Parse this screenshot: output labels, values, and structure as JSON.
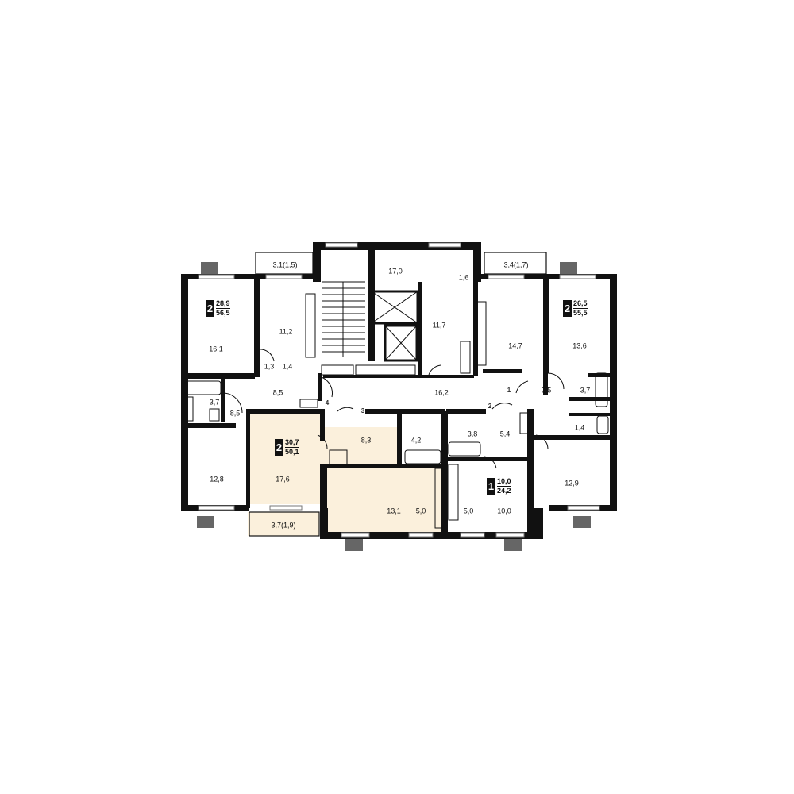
{
  "apartments": [
    {
      "id": "apt-northwest",
      "rooms": "2",
      "living_area": "28,9",
      "total_area": "56,5"
    },
    {
      "id": "apt-northeast",
      "rooms": "2",
      "living_area": "26,5",
      "total_area": "55,5"
    },
    {
      "id": "apt-selected",
      "rooms": "2",
      "living_area": "30,7",
      "total_area": "50,1",
      "selected": true
    },
    {
      "id": "apt-studio",
      "rooms": "1",
      "living_area": "10,0",
      "total_area": "24,2"
    }
  ],
  "room_areas": {
    "nw_balcony": "3,1(1,5)",
    "lift_hall": "17,0",
    "small_room": "1,6",
    "ne_balcony": "3,4(1,7)",
    "nw_bedroom": "16,1",
    "nw_kitchen": "11,2",
    "nw_closet": "1,3",
    "nw_wc": "1,4",
    "stair_hall": "11,7",
    "ne_kitchen": "14,7",
    "ne_bedroom": "13,6",
    "nw_hall": "8,5",
    "corridor": "16,2",
    "ne_hall": "7,5",
    "ne_bath": "3,7",
    "w_bath": "3,7",
    "w_hall": "8,5",
    "ne_wc": "1,4",
    "sel_hall": "8,3",
    "sel_bath": "4,2",
    "studio_bath": "3,8",
    "studio_hall": "5,4",
    "sw_bedroom": "12,8",
    "sel_bedroom": "17,6",
    "sel_living": "13,1",
    "sel_kitchen": "5,0",
    "studio_kitchen": "5,0",
    "studio_room": "10,0",
    "se_bedroom": "12,9",
    "sel_balcony": "3,7(1,9)"
  },
  "door_numbers": {
    "n1": "1",
    "n2": "2",
    "n3": "3",
    "n4": "4"
  },
  "colors": {
    "wall": "#111111",
    "selected_fill": "#fbf0dc",
    "window": "#777777",
    "vent": "#666666"
  }
}
